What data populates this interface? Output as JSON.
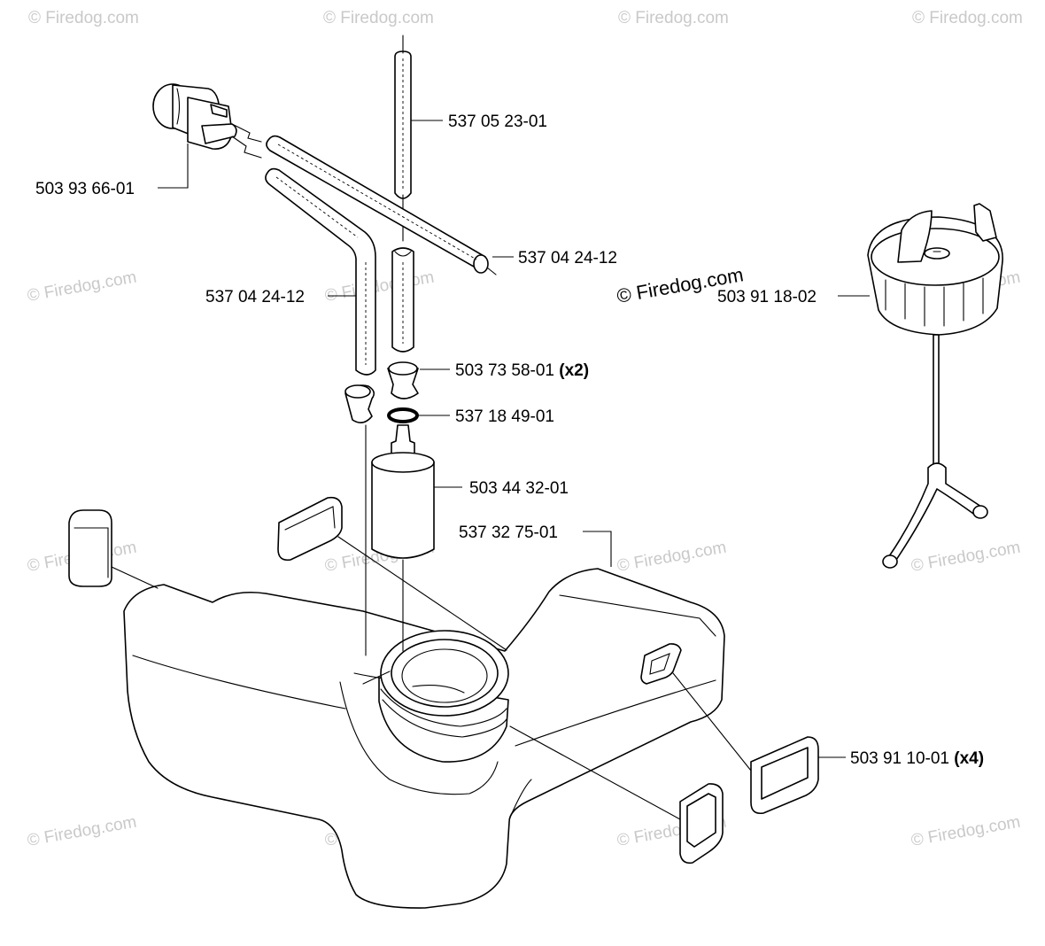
{
  "watermark": {
    "text": "© Firedog.com"
  },
  "parts": [
    {
      "number": "537 05 23-01",
      "qty": ""
    },
    {
      "number": "503 93 66-01",
      "qty": ""
    },
    {
      "number": "537 04 24-12",
      "qty": ""
    },
    {
      "number": "537 04 24-12",
      "qty": ""
    },
    {
      "number": "503 91 18-02",
      "qty": ""
    },
    {
      "number": "503 73 58-01",
      "qty": "(x2)"
    },
    {
      "number": "537 18 49-01",
      "qty": ""
    },
    {
      "number": "503 44 32-01",
      "qty": ""
    },
    {
      "number": "537 32 75-01",
      "qty": ""
    },
    {
      "number": "503 91 10-01",
      "qty": "(x4)"
    }
  ]
}
